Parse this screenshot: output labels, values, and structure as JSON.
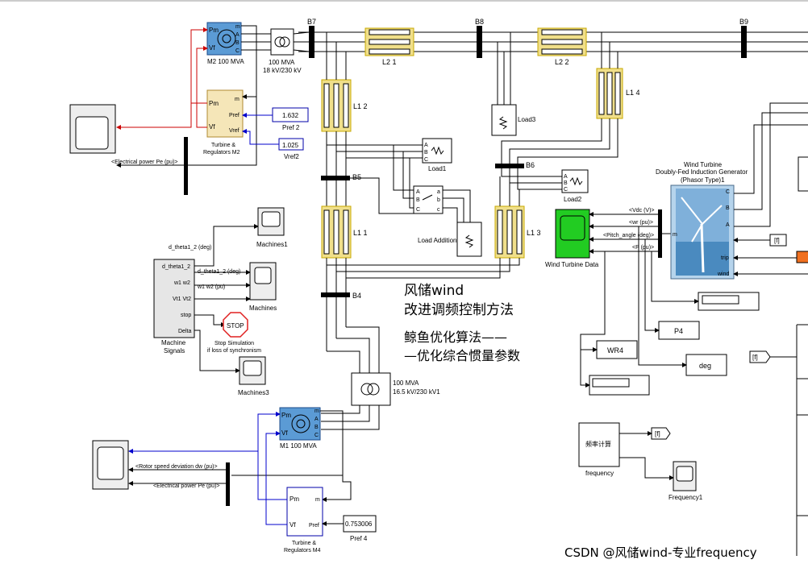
{
  "buses": [
    "B7",
    "B8",
    "B9",
    "B5",
    "B6",
    "B4"
  ],
  "lines": [
    "L2 1",
    "L2 2",
    "L1 2",
    "L1 4",
    "L1 1",
    "L1 3"
  ],
  "loads": [
    "Load3",
    "Load1",
    "Load2",
    "Load Addition"
  ],
  "machines": {
    "m2": {
      "label": "M2 100 MVA",
      "pm": "Pm",
      "vf": "Vf",
      "m": "m",
      "a": "A",
      "b": "B",
      "c": "C"
    },
    "m1": {
      "label": "M1 100 MVA",
      "pm": "Pm",
      "vf": "Vf",
      "m": "m",
      "a": "A",
      "b": "B",
      "c": "C"
    }
  },
  "transformers": {
    "t2": {
      "label1": "100 MVA",
      "label2": "18 kV/230 kV"
    },
    "t1": {
      "label1": "100 MVA",
      "label2": "16.5 kV/230 kV1"
    }
  },
  "regulators": {
    "m2": {
      "pm": "Pm",
      "m": "m",
      "pref": "Pref",
      "vf": "Vf",
      "vref": "Vref",
      "title1": "Turbine &",
      "title2": "Regulators M2"
    },
    "m4": {
      "pm": "Pm",
      "m": "m",
      "vf": "Vf",
      "pref": "Pref",
      "title1": "Turbine &",
      "title2": "Regulators M4"
    }
  },
  "constants": {
    "pref2": {
      "value": "1.632",
      "label": "Pref 2"
    },
    "vref2": {
      "value": "1.025",
      "label": "Vref2"
    },
    "pref4": {
      "value": "0.753006",
      "label": "Pref 4"
    }
  },
  "signals": {
    "pe_m2": "<Electrical power  Pe (pu)>",
    "dw_m1": "<Rotor speed deviation  dw (pu)>",
    "pe_m1": "<Electrical power  Pe (pu)>",
    "d_theta_top": "d_theta1_2 (deg)",
    "d_theta_mid": "d_theta1_2 (deg)",
    "w1w2": "w1 w2 (pu)",
    "vdc": "<Vdc (V)>",
    "wr": "<wr (pu)>",
    "pitch": "<Pitch_angle (deg)>",
    "p": "<P (pu)>"
  },
  "machine_signals": {
    "ports": [
      "d_theta1_2",
      "w1 w2",
      "Vt1 Vt2",
      "stop",
      "Delta"
    ],
    "title1": "Machine",
    "title2": "Signals"
  },
  "scopes": [
    "Machines1",
    "Machines",
    "Machines3",
    "Wind Turbine Data",
    "Frequency1"
  ],
  "stop_block": {
    "icon": "STOP",
    "label1": "Stop Simulation",
    "label2": "if loss of synchronism"
  },
  "wind_turbine": {
    "title1": "Wind Turbine",
    "title2": "Doubly-Fed Induction Generator",
    "title3": "(Phasor Type)1",
    "ports_left": [
      "C",
      "B",
      "A"
    ],
    "ports_right": [
      "m",
      "trip",
      "wind"
    ]
  },
  "blocks": {
    "p4": "P4",
    "wr4": "WR4",
    "deg": "deg",
    "goto_f": "[f]",
    "from_f": "[f]",
    "goto_f2": "[f]",
    "freq_calc": "频率计算",
    "freq_label": "frequency"
  },
  "annotations": {
    "red1": "风储wind",
    "red2": "改进调频控制方法",
    "green1": "鲸鱼优化算法——",
    "green2": "—优化综合惯量参数"
  },
  "watermark": "CSDN @风储wind-专业frequency",
  "colors": {
    "line_fill": "#f0df8a",
    "machine_fill": "#5b9bd5",
    "regulator_fill": "#f5e6b8",
    "green_scope": "#22cc22",
    "red_text": "#e02020",
    "green_text": "#20b060",
    "wire_red": "#cc0000",
    "wire_blue": "#0000cc",
    "orange": "#f07020"
  }
}
